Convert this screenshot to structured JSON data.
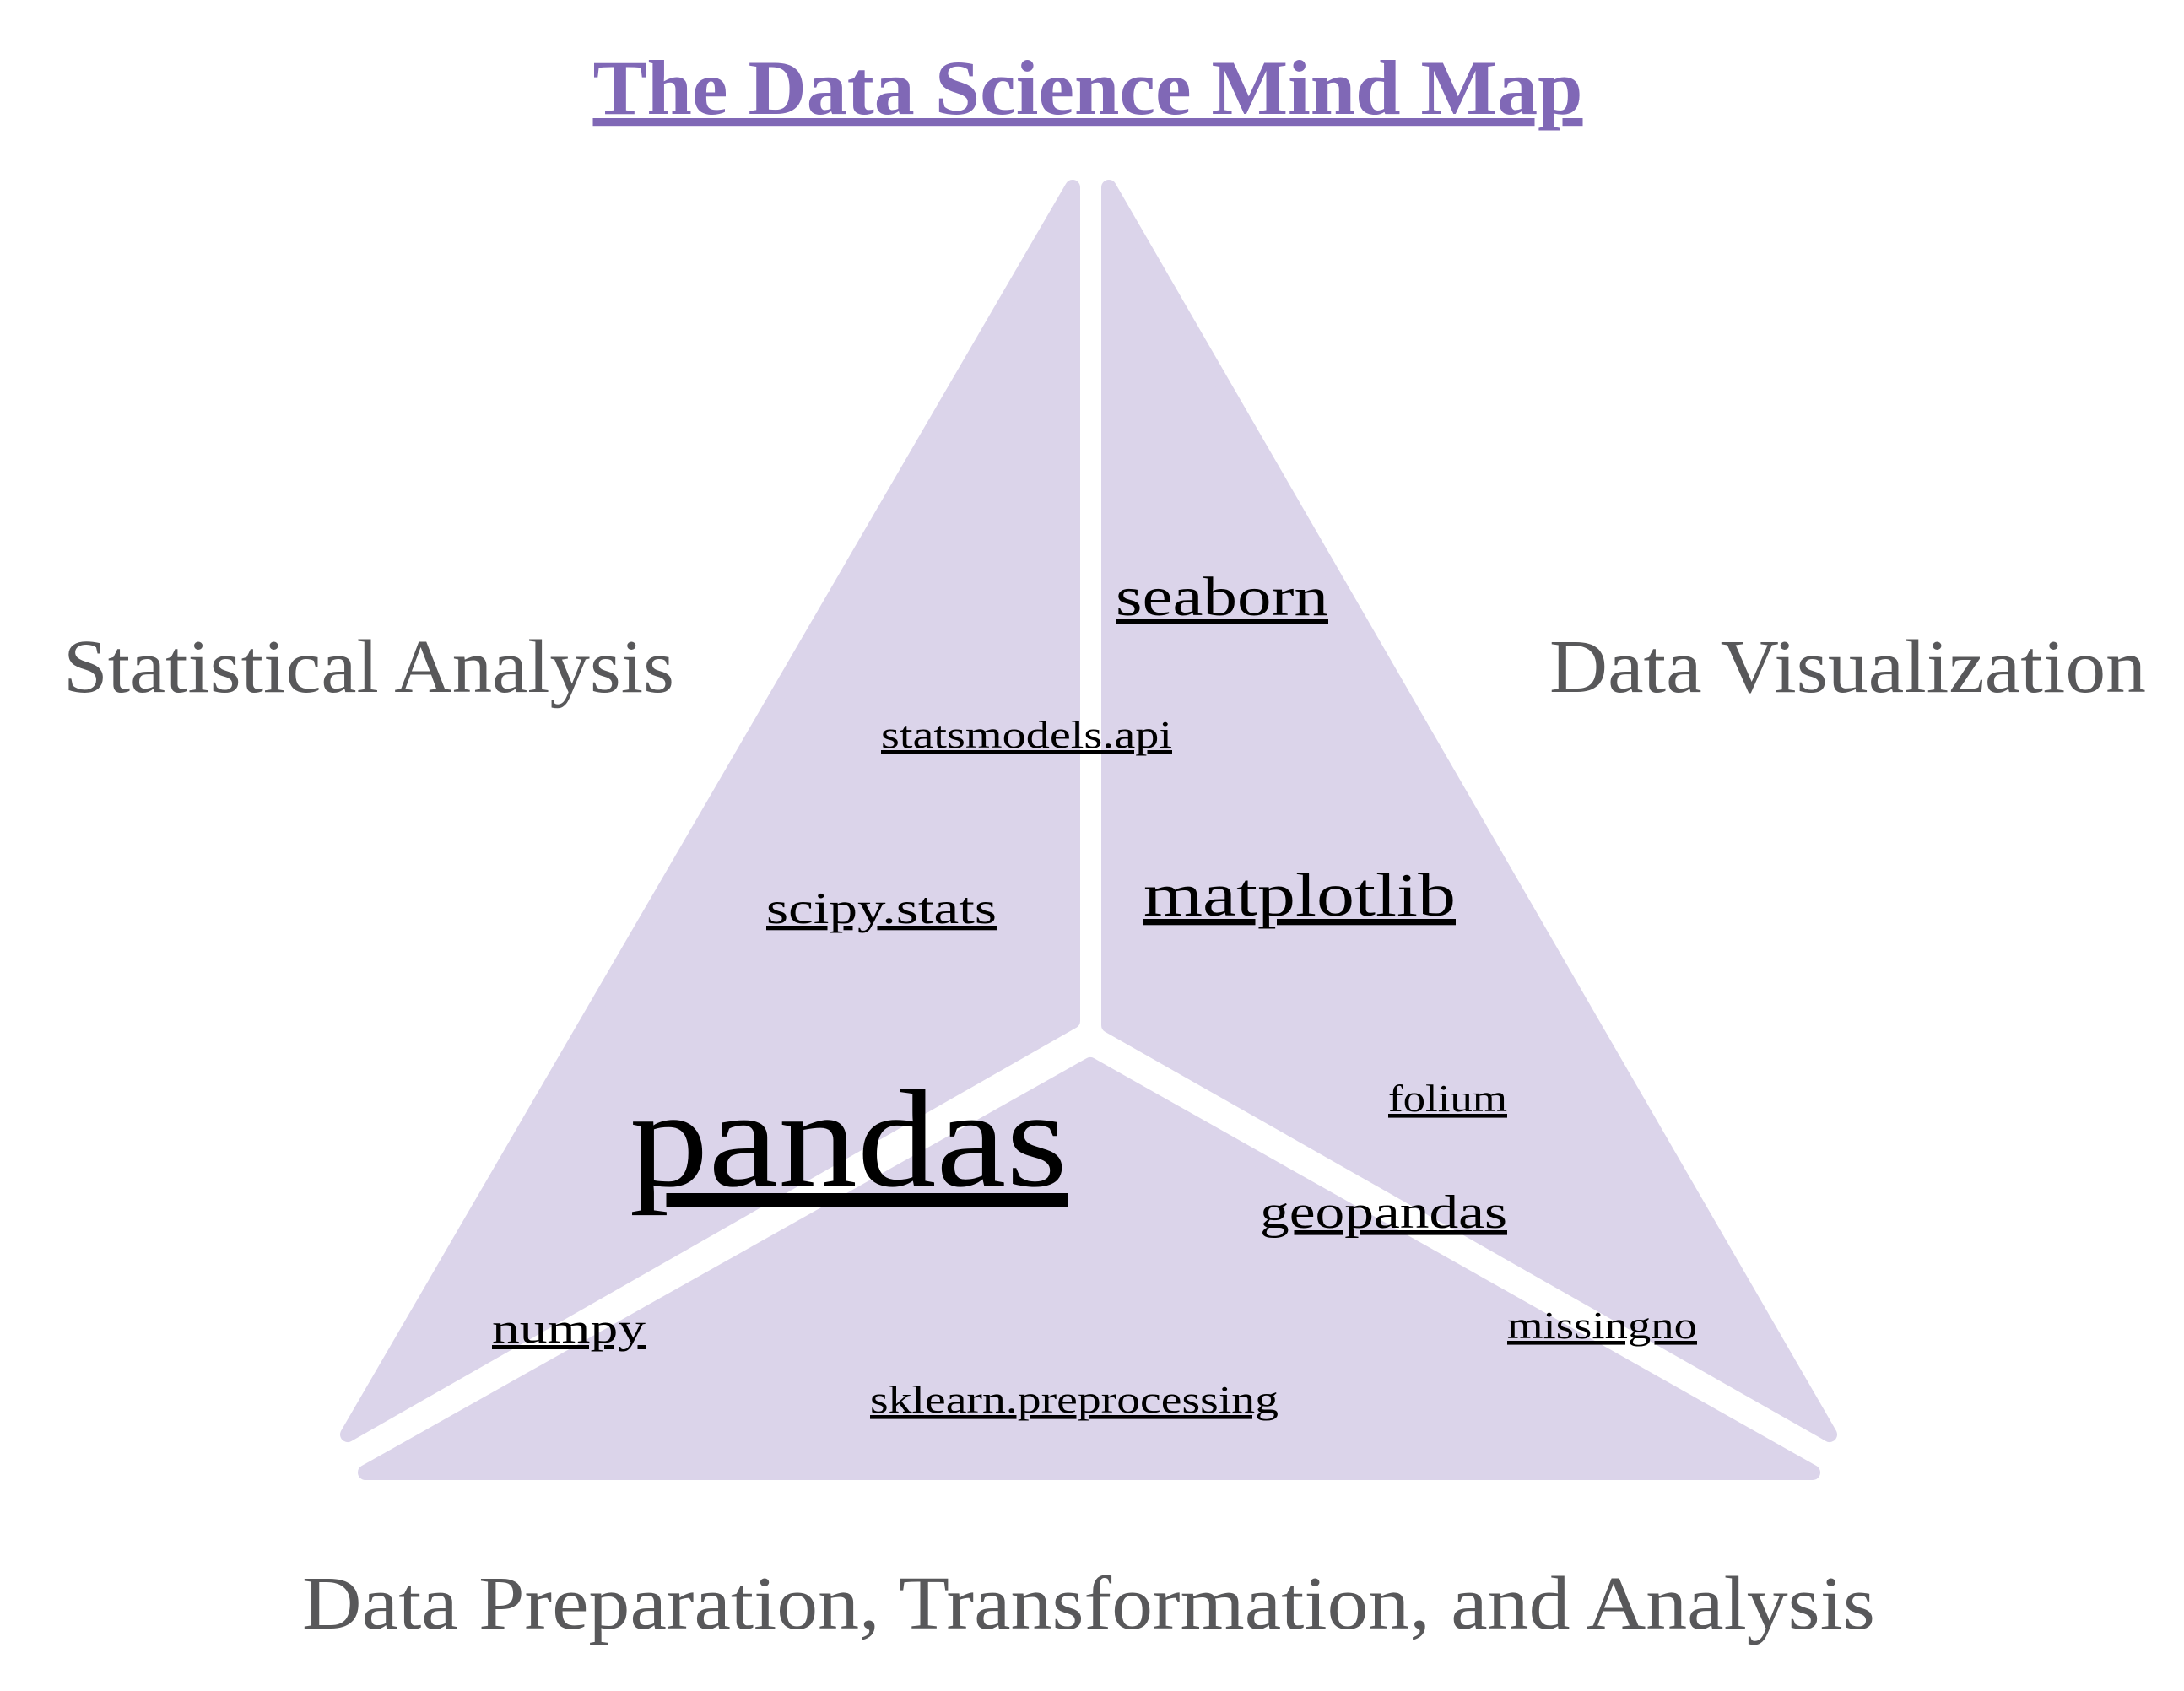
{
  "title": "The Data Science Mind Map",
  "colors": {
    "title": "#8068b6",
    "region_fill": "#dbd4ea",
    "category_text": "#58585a"
  },
  "categories": {
    "statistical": "Statistical Analysis",
    "visualization": "Data Visualization",
    "preparation": "Data Preparation, Transformation, and Analysis"
  },
  "libraries": {
    "seaborn": "seaborn",
    "statsmodels": "statsmodels.api",
    "scipy": "scipy.stats",
    "matplotlib": "matplotlib",
    "pandas": "pandas",
    "folium": "folium",
    "geopandas": "geopandas",
    "numpy": "numpy",
    "missingno": "missingno",
    "sklearn": "sklearn.preprocessing"
  }
}
